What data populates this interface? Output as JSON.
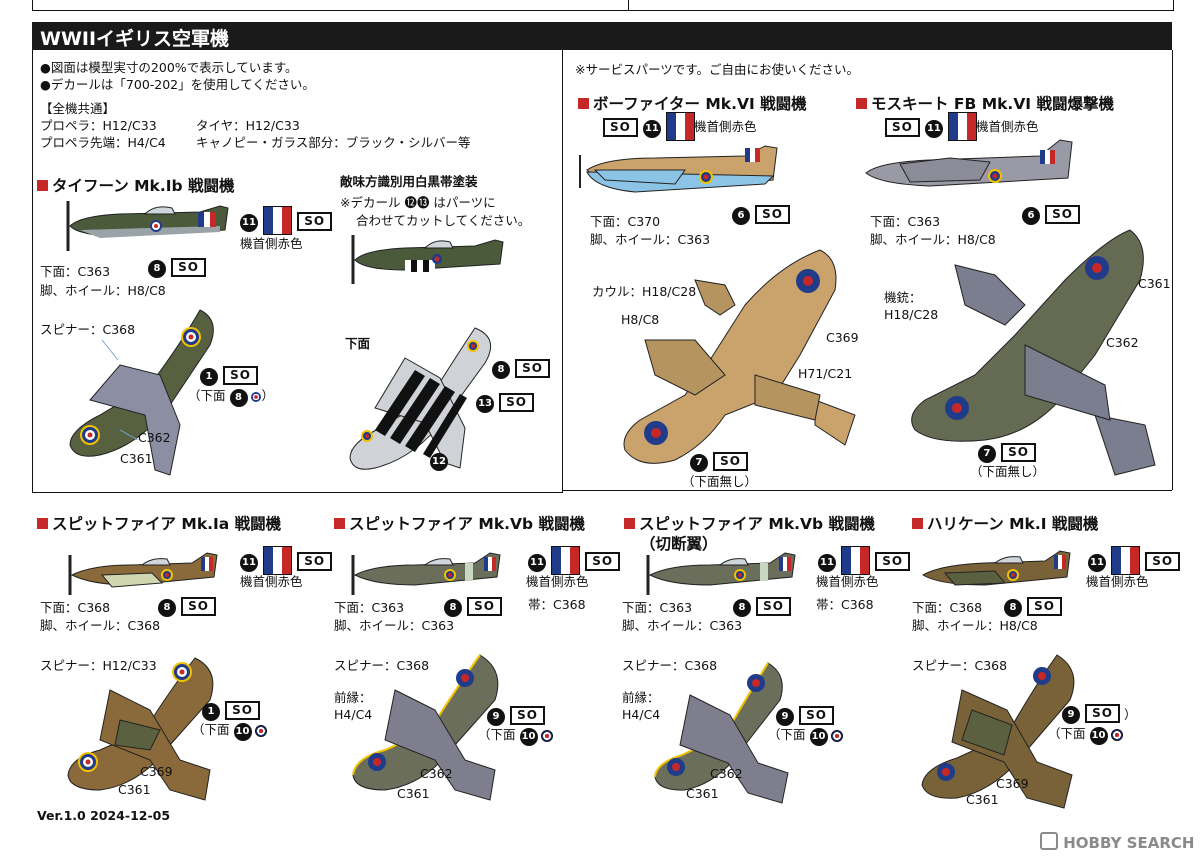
{
  "header": {
    "title": "WWIIイギリス空軍機"
  },
  "intro": {
    "notes": [
      "●図面は模型実寸の200%で表示しています。",
      "●デカールは「700-202」を使用してください。"
    ],
    "common_title": "【全機共通】",
    "common_lines": [
      "プロペラ：H12/C33",
      "タイヤ：H12/C33",
      "プロペラ先端：H4/C4",
      "キャノピー・ガラス部分：ブラック・シルバー等"
    ],
    "service_note": "※サービスパーツです。ご自由にお使いください。"
  },
  "typhoon": {
    "title": "タイフーン Mk.Ib 戦闘機",
    "alt_title": "敵味方識別用白黒帯塗装",
    "alt_note": [
      "※デカール ⓬⓭ はパーツに",
      "合わせてカットしてください。"
    ],
    "underside_label": "下面",
    "side_lines": [
      "下面：C363",
      "脚、ホイール：H8/C8"
    ],
    "nose": "機首側赤色",
    "spinner": "スピナー：C368",
    "c362": "C362",
    "c361": "C361",
    "bottom_note": "（下面",
    "nums": {
      "n1": "1",
      "n8": "8",
      "n11": "11",
      "n12": "12",
      "n13": "13"
    },
    "so": "SO"
  },
  "beaufighter": {
    "title": "ボーファイター Mk.VI 戦闘機",
    "nose": "機首側赤色",
    "side_lines": [
      "下面：C370",
      "脚、ホイール：C363"
    ],
    "cowl": "カウル：H18/C28",
    "h8c8": "H8/C8",
    "c369": "C369",
    "h71": "H71/C21",
    "no_bottom": "（下面無し）",
    "nums": {
      "n6": "6",
      "n7": "7",
      "n11": "11"
    },
    "so": "SO"
  },
  "mosquito": {
    "title": "モスキート FB Mk.VI 戦闘爆撃機",
    "nose": "機首側赤色",
    "side_lines": [
      "下面：C363",
      "脚、ホイール：H8/C8"
    ],
    "gun": "機銃：",
    "gun2": "H18/C28",
    "c361": "C361",
    "c362": "C362",
    "no_bottom": "（下面無し）",
    "nums": {
      "n6": "6",
      "n7": "7",
      "n11": "11"
    },
    "so": "SO"
  },
  "spit1": {
    "title": "スピットファイア Mk.Ia 戦闘機",
    "nose": "機首側赤色",
    "side_lines": [
      "下面：C368",
      "脚、ホイール：C368"
    ],
    "spinner": "スピナー：H12/C33",
    "c369": "C369",
    "c361": "C361",
    "bottom_note": "（下面",
    "nums": {
      "n1": "1",
      "n8": "8",
      "n10": "10",
      "n11": "11"
    },
    "so": "SO"
  },
  "spit5": {
    "title": "スピットファイア Mk.Vb 戦闘機",
    "nose": "機首側赤色",
    "band": "帯：C368",
    "side_lines": [
      "下面：C363",
      "脚、ホイール：C363"
    ],
    "spinner": "スピナー：C368",
    "edge": "前縁：",
    "edge2": "H4/C4",
    "c362": "C362",
    "c361": "C361",
    "bottom_note": "（下面",
    "nums": {
      "n8": "8",
      "n9": "9",
      "n10": "10",
      "n11": "11"
    },
    "so": "SO"
  },
  "spit5c": {
    "title": "スピットファイア Mk.Vb 戦闘機",
    "subtitle": "（切断翼）",
    "nose": "機首側赤色",
    "band": "帯：C368",
    "side_lines": [
      "下面：C363",
      "脚、ホイール：C363"
    ],
    "spinner": "スピナー：C368",
    "edge": "前縁：",
    "edge2": "H4/C4",
    "c362": "C362",
    "c361": "C361",
    "bottom_note": "（下面",
    "nums": {
      "n8": "8",
      "n9": "9",
      "n10": "10",
      "n11": "11"
    },
    "so": "SO"
  },
  "hurricane": {
    "title": "ハリケーン Mk.I 戦闘機",
    "nose": "機首側赤色",
    "side_lines": [
      "下面：C368",
      "脚、ホイール：H8/C8"
    ],
    "spinner": "スピナー：C368",
    "c369": "C369",
    "c361": "C361",
    "bottom_note": "（下面",
    "paren": "）",
    "nums": {
      "n8": "8",
      "n9": "9",
      "n10": "10",
      "n11": "11"
    },
    "so": "SO"
  },
  "footer": {
    "version": "Ver.1.0 2024-12-05",
    "brand": "HOBBY SEARCH"
  }
}
